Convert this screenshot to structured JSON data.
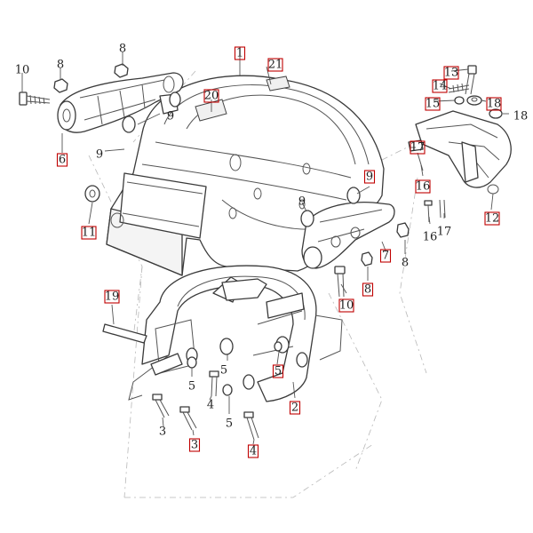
{
  "callouts": [
    {
      "id": "c1",
      "text": "1",
      "boxed": true
    },
    {
      "id": "c21",
      "text": "21",
      "boxed": true
    },
    {
      "id": "c20",
      "text": "20",
      "boxed": true
    },
    {
      "id": "c8a",
      "text": "8",
      "boxed": false
    },
    {
      "id": "c8b",
      "text": "8",
      "boxed": false
    },
    {
      "id": "c10a",
      "text": "10",
      "boxed": false
    },
    {
      "id": "c9a",
      "text": "9",
      "boxed": false
    },
    {
      "id": "c9b",
      "text": "9",
      "boxed": false
    },
    {
      "id": "c6",
      "text": "6",
      "boxed": true
    },
    {
      "id": "c11",
      "text": "11",
      "boxed": true
    },
    {
      "id": "c9c",
      "text": "9",
      "boxed": true
    },
    {
      "id": "c9d",
      "text": "9",
      "boxed": false
    },
    {
      "id": "c7",
      "text": "7",
      "boxed": true
    },
    {
      "id": "c8c",
      "text": "8",
      "boxed": false
    },
    {
      "id": "c8d",
      "text": "8",
      "boxed": true
    },
    {
      "id": "c10b",
      "text": "10",
      "boxed": true
    },
    {
      "id": "c13",
      "text": "13",
      "boxed": true
    },
    {
      "id": "c14",
      "text": "14",
      "boxed": true
    },
    {
      "id": "c15",
      "text": "15",
      "boxed": true
    },
    {
      "id": "c18a",
      "text": "18",
      "boxed": true
    },
    {
      "id": "c18b",
      "text": "18",
      "boxed": false
    },
    {
      "id": "c17a",
      "text": "17",
      "boxed": true
    },
    {
      "id": "c16a",
      "text": "16",
      "boxed": true
    },
    {
      "id": "c16b",
      "text": "16",
      "boxed": false
    },
    {
      "id": "c17b",
      "text": "17",
      "boxed": false
    },
    {
      "id": "c12",
      "text": "12",
      "boxed": true
    },
    {
      "id": "c19",
      "text": "19",
      "boxed": true
    },
    {
      "id": "c5a",
      "text": "5",
      "boxed": false
    },
    {
      "id": "c5b",
      "text": "5",
      "boxed": false
    },
    {
      "id": "c5c",
      "text": "5",
      "boxed": true
    },
    {
      "id": "c5d",
      "text": "5",
      "boxed": false
    },
    {
      "id": "c4a",
      "text": "4",
      "boxed": false
    },
    {
      "id": "c3a",
      "text": "3",
      "boxed": false
    },
    {
      "id": "c3b",
      "text": "3",
      "boxed": true
    },
    {
      "id": "c4b",
      "text": "4",
      "boxed": true
    },
    {
      "id": "c2",
      "text": "2",
      "boxed": true
    }
  ]
}
